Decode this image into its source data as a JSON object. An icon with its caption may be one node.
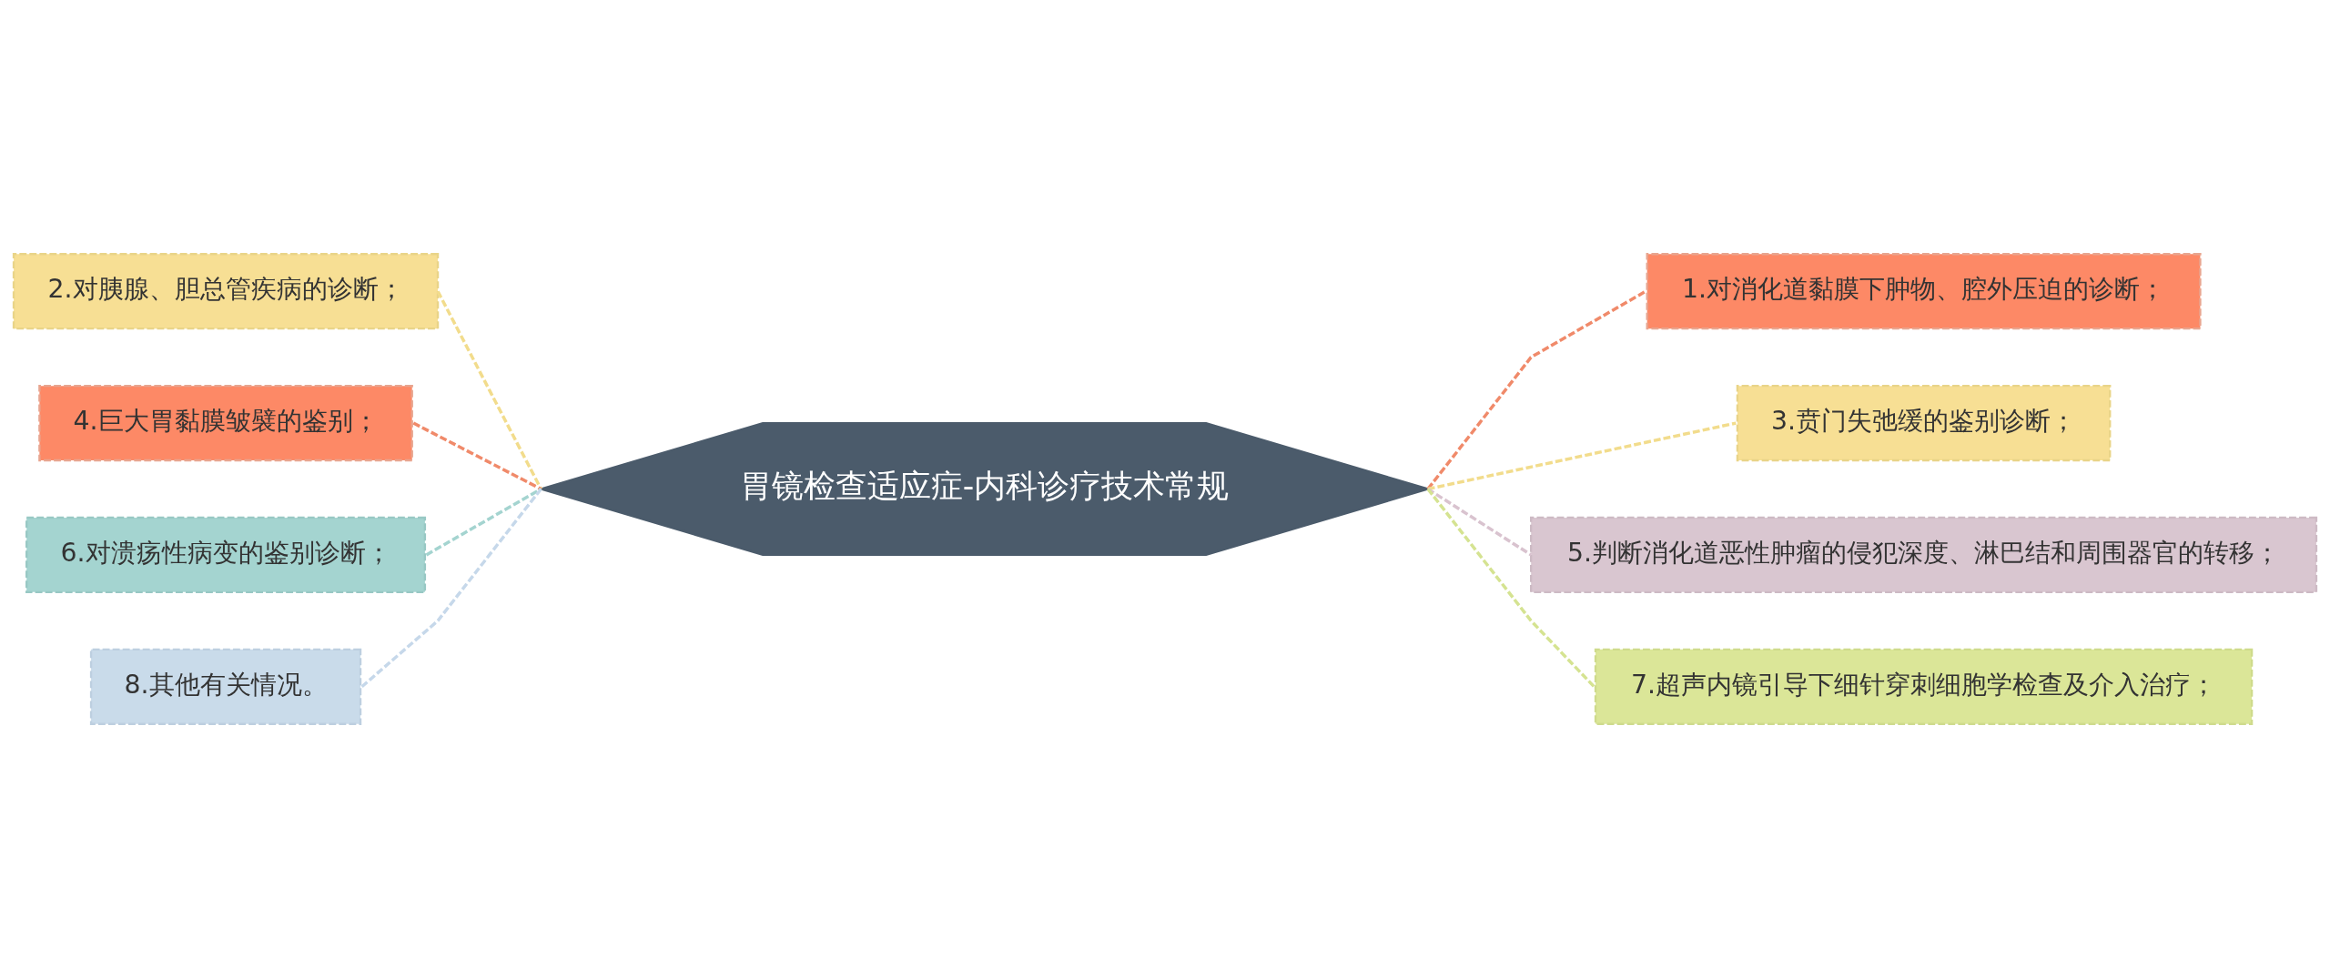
{
  "diagram": {
    "nodes": [
      {
        "text": [
          "胃镜检查适应症-内科诊疗技术常规"
        ]
      },
      {
        "text": [
          "1.对消化道黏膜下肿物、腔外压迫的诊断；"
        ]
      },
      {
        "text": [
          "2.对胰腺、胆总管疾病的诊断；"
        ]
      },
      {
        "text": [
          "3.贲门失弛缓的鉴别诊断；"
        ]
      },
      {
        "text": [
          "4.巨大胃黏膜皱襞的鉴别；"
        ]
      },
      {
        "text": [
          "5.判断消化道恶性肿瘤的侵犯深度、淋巴结和周围器官的转移；"
        ]
      },
      {
        "text": [
          "6.对溃疡性病变的鉴别诊断；"
        ]
      },
      {
        "text": [
          "7.超声内镜引导下细针穿刺细胞学检查及介入治疗；"
        ]
      },
      {
        "text": [
          "8.其他有关情况。"
        ]
      }
    ],
    "edges": [
      {
        "from": 0,
        "to": 1,
        "arrow": "none",
        "style": "dashed",
        "color": "#f08a6a"
      },
      {
        "from": 0,
        "to": 2,
        "arrow": "none",
        "style": "dashed",
        "color": "#f2dc8c"
      },
      {
        "from": 0,
        "to": 3,
        "arrow": "none",
        "style": "dashed",
        "color": "#f2dc8c"
      },
      {
        "from": 0,
        "to": 4,
        "arrow": "none",
        "style": "dashed",
        "color": "#f08a6a"
      },
      {
        "from": 0,
        "to": 5,
        "arrow": "none",
        "style": "dashed",
        "color": "#d9c3cf"
      },
      {
        "from": 0,
        "to": 6,
        "arrow": "none",
        "style": "dashed",
        "color": "#a4d4d0"
      },
      {
        "from": 0,
        "to": 7,
        "arrow": "none",
        "style": "dashed",
        "color": "#d5e391"
      },
      {
        "from": 0,
        "to": 8,
        "arrow": "none",
        "style": "dashed",
        "color": "#c6d8ea"
      }
    ]
  }
}
